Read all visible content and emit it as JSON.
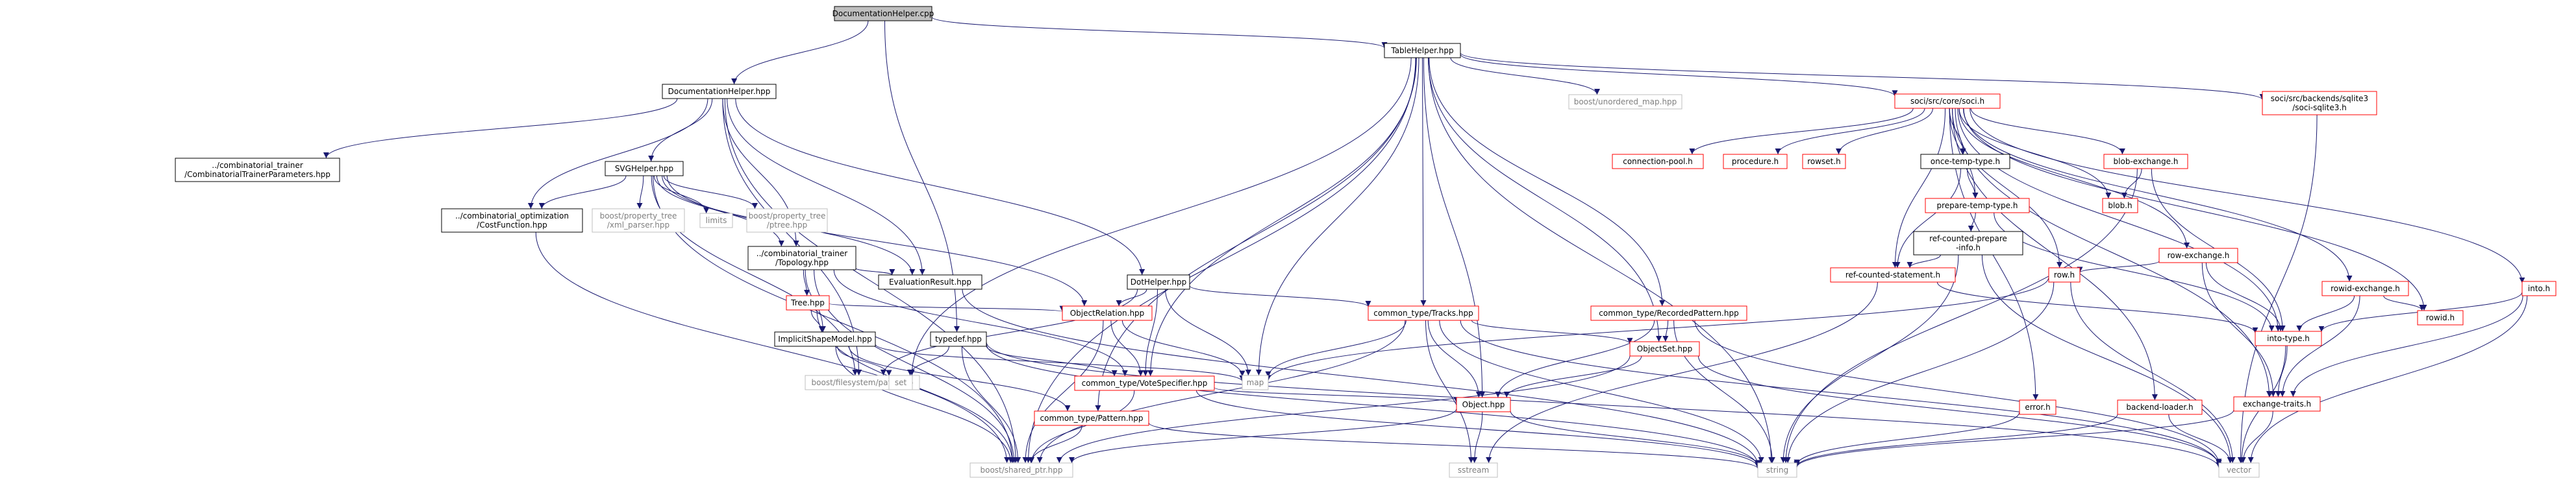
{
  "colors": {
    "edge": "#191970",
    "black": "#000000",
    "red": "#ff0000",
    "grey": "#bfbfbf",
    "greyText": "#7f7f7f",
    "rootFill": "#bfbfbf"
  },
  "nodes": [
    {
      "id": "dh_cpp",
      "lines": [
        "DocumentationHelper.cpp"
      ],
      "style": "root"
    },
    {
      "id": "dh_hpp",
      "lines": [
        "DocumentationHelper.hpp"
      ],
      "style": "black"
    },
    {
      "id": "table",
      "lines": [
        "TableHelper.hpp"
      ],
      "style": "black"
    },
    {
      "id": "ctp",
      "lines": [
        "../combinatorial_trainer",
        "/CombinatorialTrainerParameters.hpp"
      ],
      "style": "black"
    },
    {
      "id": "svg",
      "lines": [
        "SVGHelper.hpp"
      ],
      "style": "black"
    },
    {
      "id": "costf",
      "lines": [
        "../combinatorial_optimization",
        "/CostFunction.hpp"
      ],
      "style": "black"
    },
    {
      "id": "xmlp",
      "lines": [
        "boost/property_tree",
        "/xml_parser.hpp"
      ],
      "style": "grey"
    },
    {
      "id": "limits",
      "lines": [
        "limits"
      ],
      "style": "grey"
    },
    {
      "id": "ptree",
      "lines": [
        "boost/property_tree",
        "/ptree.hpp"
      ],
      "style": "grey"
    },
    {
      "id": "topo",
      "lines": [
        "../combinatorial_trainer",
        "/Topology.hpp"
      ],
      "style": "black"
    },
    {
      "id": "evalr",
      "lines": [
        "EvaluationResult.hpp"
      ],
      "style": "black"
    },
    {
      "id": "tree",
      "lines": [
        "Tree.hpp"
      ],
      "style": "red"
    },
    {
      "id": "ism",
      "lines": [
        "ImplicitShapeModel.hpp"
      ],
      "style": "black"
    },
    {
      "id": "typedef",
      "lines": [
        "typedef.hpp"
      ],
      "style": "black"
    },
    {
      "id": "objrel",
      "lines": [
        "ObjectRelation.hpp"
      ],
      "style": "red"
    },
    {
      "id": "dot",
      "lines": [
        "DotHelper.hpp"
      ],
      "style": "black"
    },
    {
      "id": "fspath",
      "lines": [
        "boost/filesystem/path.hpp"
      ],
      "style": "grey"
    },
    {
      "id": "set",
      "lines": [
        "set"
      ],
      "style": "grey"
    },
    {
      "id": "vote",
      "lines": [
        "common_type/VoteSpecifier.hpp"
      ],
      "style": "red"
    },
    {
      "id": "map",
      "lines": [
        "map"
      ],
      "style": "grey"
    },
    {
      "id": "pattern",
      "lines": [
        "common_type/Pattern.hpp"
      ],
      "style": "red"
    },
    {
      "id": "tracks",
      "lines": [
        "common_type/Tracks.hpp"
      ],
      "style": "red"
    },
    {
      "id": "recpat",
      "lines": [
        "common_type/RecordedPattern.hpp"
      ],
      "style": "red"
    },
    {
      "id": "objset",
      "lines": [
        "ObjectSet.hpp"
      ],
      "style": "red"
    },
    {
      "id": "object",
      "lines": [
        "Object.hpp"
      ],
      "style": "red"
    },
    {
      "id": "shptr",
      "lines": [
        "boost/shared_ptr.hpp"
      ],
      "style": "grey"
    },
    {
      "id": "sstream",
      "lines": [
        "sstream"
      ],
      "style": "grey"
    },
    {
      "id": "string",
      "lines": [
        "string"
      ],
      "style": "grey"
    },
    {
      "id": "vector",
      "lines": [
        "vector"
      ],
      "style": "grey"
    },
    {
      "id": "umap",
      "lines": [
        "boost/unordered_map.hpp"
      ],
      "style": "grey"
    },
    {
      "id": "soci",
      "lines": [
        "soci/src/core/soci.h"
      ],
      "style": "red"
    },
    {
      "id": "sqlite",
      "lines": [
        "soci/src/backends/sqlite3",
        "/soci-sqlite3.h"
      ],
      "style": "red"
    },
    {
      "id": "connpool",
      "lines": [
        "connection-pool.h"
      ],
      "style": "red"
    },
    {
      "id": "proc",
      "lines": [
        "procedure.h"
      ],
      "style": "red"
    },
    {
      "id": "rowset",
      "lines": [
        "rowset.h"
      ],
      "style": "red"
    },
    {
      "id": "once",
      "lines": [
        "once-temp-type.h"
      ],
      "style": "black"
    },
    {
      "id": "prep",
      "lines": [
        "prepare-temp-type.h"
      ],
      "style": "red"
    },
    {
      "id": "refprep",
      "lines": [
        "ref-counted-prepare",
        "-info.h"
      ],
      "style": "black"
    },
    {
      "id": "refstmt",
      "lines": [
        "ref-counted-statement.h"
      ],
      "style": "red"
    },
    {
      "id": "blobex",
      "lines": [
        "blob-exchange.h"
      ],
      "style": "red"
    },
    {
      "id": "blob",
      "lines": [
        "blob.h"
      ],
      "style": "red"
    },
    {
      "id": "rowex",
      "lines": [
        "row-exchange.h"
      ],
      "style": "red"
    },
    {
      "id": "row",
      "lines": [
        "row.h"
      ],
      "style": "red"
    },
    {
      "id": "error",
      "lines": [
        "error.h"
      ],
      "style": "red"
    },
    {
      "id": "backend",
      "lines": [
        "backend-loader.h"
      ],
      "style": "red"
    },
    {
      "id": "rowidex",
      "lines": [
        "rowid-exchange.h"
      ],
      "style": "red"
    },
    {
      "id": "rowid",
      "lines": [
        "rowid.h"
      ],
      "style": "red"
    },
    {
      "id": "intotype",
      "lines": [
        "into-type.h"
      ],
      "style": "red"
    },
    {
      "id": "extraits",
      "lines": [
        "exchange-traits.h"
      ],
      "style": "red"
    },
    {
      "id": "into",
      "lines": [
        "into.h"
      ],
      "style": "red"
    }
  ],
  "edges": [
    [
      "dh_cpp",
      "dh_hpp"
    ],
    [
      "dh_cpp",
      "table"
    ],
    [
      "dh_cpp",
      "typedef"
    ],
    [
      "dh_hpp",
      "ctp"
    ],
    [
      "dh_hpp",
      "svg"
    ],
    [
      "dh_hpp",
      "costf"
    ],
    [
      "dh_hpp",
      "topo"
    ],
    [
      "dh_hpp",
      "evalr"
    ],
    [
      "dh_hpp",
      "dot"
    ],
    [
      "dh_hpp",
      "fspath"
    ],
    [
      "dh_hpp",
      "shptr"
    ],
    [
      "svg",
      "costf"
    ],
    [
      "svg",
      "xmlp"
    ],
    [
      "svg",
      "limits"
    ],
    [
      "svg",
      "ptree"
    ],
    [
      "svg",
      "topo"
    ],
    [
      "svg",
      "evalr"
    ],
    [
      "svg",
      "objrel"
    ],
    [
      "svg",
      "fspath"
    ],
    [
      "svg",
      "shptr"
    ],
    [
      "costf",
      "shptr"
    ],
    [
      "topo",
      "evalr"
    ],
    [
      "topo",
      "tree"
    ],
    [
      "topo",
      "ism"
    ],
    [
      "topo",
      "shptr"
    ],
    [
      "topo",
      "vote"
    ],
    [
      "evalr",
      "string"
    ],
    [
      "tree",
      "ism"
    ],
    [
      "tree",
      "objrel"
    ],
    [
      "tree",
      "shptr"
    ],
    [
      "ism",
      "set"
    ],
    [
      "ism",
      "map"
    ],
    [
      "ism",
      "shptr"
    ],
    [
      "ism",
      "pattern"
    ],
    [
      "typedef",
      "set"
    ],
    [
      "typedef",
      "vote"
    ],
    [
      "typedef",
      "shptr"
    ],
    [
      "typedef",
      "string"
    ],
    [
      "typedef",
      "vector"
    ],
    [
      "objrel",
      "vote"
    ],
    [
      "objrel",
      "map"
    ],
    [
      "objrel",
      "shptr"
    ],
    [
      "dot",
      "objrel"
    ],
    [
      "dot",
      "vote"
    ],
    [
      "dot",
      "map"
    ],
    [
      "dot",
      "fspath"
    ],
    [
      "dot",
      "tracks"
    ],
    [
      "vote",
      "object"
    ],
    [
      "vote",
      "shptr"
    ],
    [
      "vote",
      "string"
    ],
    [
      "pattern",
      "shptr"
    ],
    [
      "pattern",
      "string"
    ],
    [
      "tracks",
      "map"
    ],
    [
      "tracks",
      "object"
    ],
    [
      "tracks",
      "objset"
    ],
    [
      "tracks",
      "shptr"
    ],
    [
      "tracks",
      "sstream"
    ],
    [
      "tracks",
      "string"
    ],
    [
      "tracks",
      "vector"
    ],
    [
      "recpat",
      "objset"
    ],
    [
      "recpat",
      "object"
    ],
    [
      "recpat",
      "string"
    ],
    [
      "recpat",
      "vector"
    ],
    [
      "objset",
      "object"
    ],
    [
      "objset",
      "shptr"
    ],
    [
      "objset",
      "vector"
    ],
    [
      "object",
      "shptr"
    ],
    [
      "object",
      "sstream"
    ],
    [
      "object",
      "string"
    ],
    [
      "table",
      "umap"
    ],
    [
      "table",
      "soci"
    ],
    [
      "table",
      "sqlite"
    ],
    [
      "table",
      "map"
    ],
    [
      "table",
      "set"
    ],
    [
      "table",
      "pattern"
    ],
    [
      "table",
      "tracks"
    ],
    [
      "table",
      "recpat"
    ],
    [
      "table",
      "objset"
    ],
    [
      "table",
      "object"
    ],
    [
      "table",
      "string"
    ],
    [
      "table",
      "shptr"
    ],
    [
      "table",
      "vote"
    ],
    [
      "soci",
      "connpool"
    ],
    [
      "soci",
      "proc"
    ],
    [
      "soci",
      "rowset"
    ],
    [
      "soci",
      "once"
    ],
    [
      "soci",
      "prep"
    ],
    [
      "soci",
      "refstmt"
    ],
    [
      "soci",
      "blobex"
    ],
    [
      "soci",
      "blob"
    ],
    [
      "soci",
      "rowex"
    ],
    [
      "soci",
      "row"
    ],
    [
      "soci",
      "error"
    ],
    [
      "soci",
      "backend"
    ],
    [
      "soci",
      "rowidex"
    ],
    [
      "soci",
      "rowid"
    ],
    [
      "soci",
      "intotype"
    ],
    [
      "soci",
      "extraits"
    ],
    [
      "soci",
      "into"
    ],
    [
      "once",
      "prep"
    ],
    [
      "once",
      "refstmt"
    ],
    [
      "prep",
      "refprep"
    ],
    [
      "prep",
      "intotype"
    ],
    [
      "refprep",
      "refstmt"
    ],
    [
      "refprep",
      "string"
    ],
    [
      "refprep",
      "vector"
    ],
    [
      "refstmt",
      "intotype"
    ],
    [
      "refstmt",
      "sstream"
    ],
    [
      "blobex",
      "blob"
    ],
    [
      "blobex",
      "intotype"
    ],
    [
      "blobex",
      "string"
    ],
    [
      "rowex",
      "row"
    ],
    [
      "rowex",
      "intotype"
    ],
    [
      "rowex",
      "extraits"
    ],
    [
      "row",
      "map"
    ],
    [
      "row",
      "string"
    ],
    [
      "row",
      "vector"
    ],
    [
      "error",
      "string"
    ],
    [
      "backend",
      "string"
    ],
    [
      "backend",
      "vector"
    ],
    [
      "rowidex",
      "rowid"
    ],
    [
      "rowidex",
      "intotype"
    ],
    [
      "rowidex",
      "extraits"
    ],
    [
      "intotype",
      "extraits"
    ],
    [
      "intotype",
      "vector"
    ],
    [
      "extraits",
      "string"
    ],
    [
      "extraits",
      "vector"
    ],
    [
      "into",
      "intotype"
    ],
    [
      "into",
      "extraits"
    ],
    [
      "into",
      "vector"
    ],
    [
      "sqlite",
      "vector"
    ]
  ]
}
